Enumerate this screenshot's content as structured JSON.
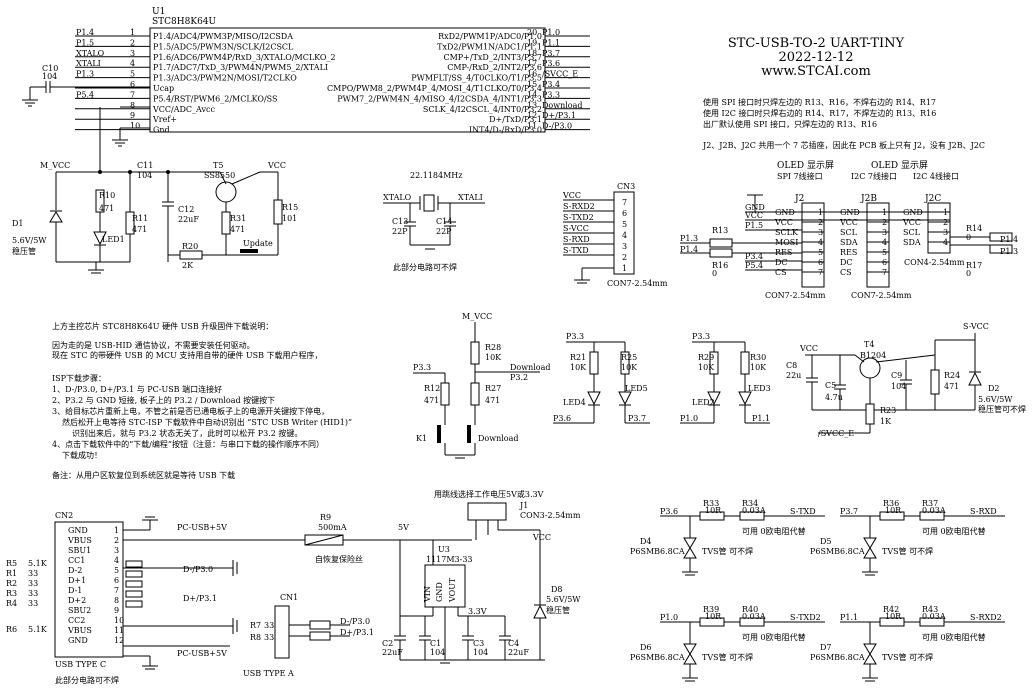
{
  "title": {
    "name": "STC-USB-TO-2 UART-TINY",
    "date": "2022-12-12",
    "url": "www.STCAI.com"
  },
  "mcu": {
    "ref": "U1",
    "part": "STC8H8K64U",
    "left": [
      {
        "net": "P1.4",
        "pin": "P1.4/ADC4/PWM3P/MISO/I2CSDA",
        "num": "1"
      },
      {
        "net": "P1.5",
        "pin": "P1.5/ADC5/PWM3N/SCLK/I2CSCL",
        "num": "2"
      },
      {
        "net": "XTALO",
        "pin": "P1.6/ADC6/PWM4P/RxD_3/XTALO/MCLKO_2",
        "num": "3"
      },
      {
        "net": "XTALI",
        "pin": "P1.7/ADC7/TxD_3/PWM4N/PWM5_2/XTALI",
        "num": "4"
      },
      {
        "net": "P1.3",
        "pin": "P1.3/ADC3/PWM2N/MOSI/T2CLKO",
        "num": "5"
      },
      {
        "net": "",
        "pin": "Ucap",
        "num": "6"
      },
      {
        "net": "P5.4",
        "pin": "P5.4/RST/PWM6_2/MCLKO/SS",
        "num": "7"
      },
      {
        "net": "",
        "pin": "VCC/ADC_Avcc",
        "num": "8"
      },
      {
        "net": "",
        "pin": "Vref+",
        "num": "9"
      },
      {
        "net": "",
        "pin": "Gnd",
        "num": "10"
      }
    ],
    "right": [
      {
        "num": "20",
        "pin": "RxD2/PWM1P/ADC0/P1.0",
        "net": "P1.0"
      },
      {
        "num": "19",
        "pin": "TxD2/PWM1N/ADC1/P1.1",
        "net": "P1.1"
      },
      {
        "num": "18",
        "pin": "CMP+/TxD_2/INT3/P3.7",
        "net": "P3.7"
      },
      {
        "num": "17",
        "pin": "CMP-/RxD_2/INT2/P3.6",
        "net": "P3.6"
      },
      {
        "num": "16",
        "pin": "PWMFLT/SS_4/T0CLKO/T1/P3.5",
        "net": "/SVCC_E"
      },
      {
        "num": "15",
        "pin": "CMPO/PWM8_2/PWM4P_4/MOSI_4/T1CLKO/T0/P3.4",
        "net": "P3.4"
      },
      {
        "num": "14",
        "pin": "PWM7_2/PWM4N_4/MISO_4/I2CSDA_4/INT1/P3.3",
        "net": "P3.3"
      },
      {
        "num": "13",
        "pin": "SCLK_4/I2CSCL_4/INT0/P3.2",
        "net": "Download"
      },
      {
        "num": "12",
        "pin": "D+/TxD/P3.1",
        "net": "D+/P3.1"
      },
      {
        "num": "11",
        "pin": "INT4/D-/RxD/P3.0",
        "net": "D-/P3.0"
      }
    ]
  },
  "notes": {
    "spi": "使用 SPI 接口时只焊左边的 R13、R16，不焊右边的 R14、R17",
    "i2c": "使用 I2C 接口时只焊右边的 R14、R17，不焊左边的 R13、R16",
    "default": "出厂默认使用 SPI 接口，只焊左边的 R13、R16",
    "j2": "J2、J2B、J2C 共用一个 7 芯插座，因此在 PCB 板上只有 J2，没有 J2B、J2C"
  },
  "oled": {
    "spi_title": "OLED 显示屏",
    "spi_sub": "SPI 7线接口",
    "i2c7_title": "OLED 显示屏",
    "i2c7_sub": "I2C 7线接口",
    "i2c4_sub": "I2C 4线接口",
    "j2": "J2",
    "j2b": "J2B",
    "j2c": "J2C",
    "j2_pins": [
      "GND",
      "VCC",
      "SCLK",
      "MOSI",
      "RES",
      "DC",
      "CS"
    ],
    "j2b_pins": [
      "GND",
      "VCC",
      "SCL",
      "SDA",
      "RES",
      "DC",
      "CS"
    ],
    "j2c_pins": [
      "GND",
      "VCC",
      "SCL",
      "SDA"
    ],
    "con7": "CON7-2.54mm",
    "con4": "CON4-2.54mm",
    "r13": "R13",
    "r16": "R16",
    "r14": "R14",
    "r17": "R17",
    "zero": "0",
    "p13": "P1.3",
    "p14": "P1.4",
    "p15": "P1.5",
    "p34": "P3.4",
    "p54": "P5.4"
  },
  "cn3": {
    "ref": "CN3",
    "part": "CON7-2.54mm",
    "nets": [
      "VCC",
      "S-RXD2",
      "S-TXD2",
      "S-VCC",
      "S-RXD",
      "S-TXD"
    ],
    "pins": [
      "7",
      "6",
      "5",
      "4",
      "3",
      "2",
      "1"
    ]
  },
  "crystal": {
    "freq": "22.1184MHz",
    "xtalo": "XTALO",
    "xtali": "XTALI",
    "c13": "C13",
    "c13v": "22P",
    "c14": "C14",
    "c14v": "22P",
    "note": "此部分电路可不焊"
  },
  "power": {
    "c10": "C10",
    "c10v": "104",
    "mvcc": "M_VCC",
    "d1": "D1",
    "d1v": "5.6V/5W",
    "d1n": "稳压管",
    "r10": "R10",
    "r10v": "471",
    "led1": "LED1",
    "c11": "C11",
    "c11v": "104",
    "r11": "R11",
    "r11v": "471",
    "c12": "C12",
    "c12v": "22uF",
    "t5": "T5",
    "t5v": "SS8550",
    "r31": "R31",
    "r31v": "471",
    "vcc": "VCC",
    "r15": "R15",
    "r15v": "101",
    "r20": "R20",
    "r20v": "2K",
    "update": "Update"
  },
  "instructions": {
    "title": "上方主控芯片 STC8H8K64U 硬件 USB 升级固件下载说明：",
    "l1": "因为走的是 USB-HID 通信协议，不需要安装任何驱动。",
    "l2": "现在 STC 的带硬件 USB 的 MCU 支持用自带的硬件 USB 下载用户程序，",
    "isp": "ISP下载步骤：",
    "s1": "1、D-/P3.0, D+/P3.1 与 PC-USB 端口连接好",
    "s2": "2、P3.2 与 GND 短接, 板子上的 P3.2 / Download 按键按下",
    "s3": "3、给目标芯片重新上电，不管之前是否已通电板子上的电源开关键按下停电，",
    "s3b": "然后松开上电等待 STC-ISP 下载软件中自动识别出 “STC USB Writer (HID1)”",
    "s3c": "识别出来后，就与 P3.2 状态无关了，此时可以松开 P3.2 按键。",
    "s4": "4、点击下载软件中的“下载/编程”按钮（注意：与串口下载的操作顺序不同）",
    "s4b": "下载成功！",
    "remark": "备注：从用户区软复位到系统区就是等待 USB 下载"
  },
  "dl": {
    "mvcc": "M_VCC",
    "r28": "R28",
    "r28v": "10K",
    "download": "Download",
    "p32": "P3.2",
    "p33": "P3.3",
    "r12": "R12",
    "r12v": "471",
    "r27": "R27",
    "r27v": "471",
    "k1": "K1",
    "dl2": "Download"
  },
  "leds45": {
    "p33": "P3.3",
    "r21": "R21",
    "r21v": "10K",
    "r25": "R25",
    "r25v": "10K",
    "led4": "LED4",
    "led5": "LED5",
    "p36": "P3.6",
    "p37": "P3.7"
  },
  "leds23": {
    "p33": "P3.3",
    "r29": "R29",
    "r29v": "10K",
    "r30": "R30",
    "r30v": "10K",
    "led2": "LED2",
    "led3": "LED3",
    "p10": "P1.0",
    "p11": "P1.1"
  },
  "svcc": {
    "vcc": "VCC",
    "t4": "T4",
    "t4v": "B1204",
    "c8": "C8",
    "c8v": "22u",
    "c5": "C5",
    "c5v": "4.7u",
    "c9": "C9",
    "c9v": "104",
    "r24": "R24",
    "r24v": "471",
    "r23": "R23",
    "r23v": "1K",
    "svcc": "S-VCC",
    "d2": "D2",
    "d2v": "5.6V/5W",
    "d2n": "稳压管可不焊",
    "svcce": "/SVCC_E"
  },
  "usbc": {
    "ref": "CN2",
    "part": "USB TYPE C",
    "note": "此部分电路可不焊",
    "pins": [
      {
        "name": "GND",
        "num": "1"
      },
      {
        "name": "VBUS",
        "num": "2"
      },
      {
        "name": "SBU1",
        "num": "3"
      },
      {
        "name": "CC1",
        "num": "4"
      },
      {
        "name": "D-2",
        "num": "5"
      },
      {
        "name": "D+1",
        "num": "6"
      },
      {
        "name": "D-1",
        "num": "7"
      },
      {
        "name": "D+2",
        "num": "8"
      },
      {
        "name": "SBU2",
        "num": "9"
      },
      {
        "name": "CC2",
        "num": "10"
      },
      {
        "name": "VBUS",
        "num": "11"
      },
      {
        "name": "GND",
        "num": "12"
      }
    ],
    "res": [
      {
        "ref": "R5",
        "val": "5.1K"
      },
      {
        "ref": "R1",
        "val": "33"
      },
      {
        "ref": "R2",
        "val": "33"
      },
      {
        "ref": "R3",
        "val": "33"
      },
      {
        "ref": "R4",
        "val": "33"
      }
    ],
    "r6": "R6",
    "r6v": "5.1K",
    "pcusb": "PC-USB+5V",
    "dm": "D-/P3.0",
    "dp": "D+/P3.1",
    "pcusb2": "PC-USB+5V"
  },
  "usba": {
    "ref": "CN1",
    "part": "USB TYPE A",
    "r7": "R7",
    "r7v": "33",
    "r8": "R8",
    "r8v": "33",
    "dm": "D-/P3.0",
    "dp": "D+/P3.1"
  },
  "reg": {
    "r9": "R9",
    "r9v": "500mA",
    "fuse": "自恢复保险丝",
    "v5": "5V",
    "u3": "U3",
    "u3v": "1117M3-33",
    "vin": "VIN",
    "gnd": "GND",
    "vout": "VOUT",
    "v33": "3.3V",
    "c2": "C2",
    "c2v": "22uF",
    "c1": "C1",
    "c1v": "104",
    "c3": "C3",
    "c3v": "104",
    "c4": "C4",
    "c4v": "22uF",
    "jsel": "用跳线选择工作电压5V或3.3V",
    "j1": "J1",
    "j1v": "CON3-2.54mm",
    "vcc": "VCC",
    "d8": "D8",
    "d8v": "5.6V/5W",
    "d8n": "稳压管"
  },
  "tvs": [
    {
      "port": "P3.6",
      "r1": "R33",
      "r1v": "10R",
      "r2": "R34",
      "r2v": "0.03A",
      "out": "S-TXD",
      "d": "D4",
      "dv": "P6SMB6.8CA",
      "note1": "可用 0欧电阻代替",
      "note2": "TVS管 可不焊"
    },
    {
      "port": "P3.7",
      "r1": "R36",
      "r1v": "10R",
      "r2": "R37",
      "r2v": "0.03A",
      "out": "S-RXD",
      "d": "D5",
      "dv": "P6SMB6.8CA",
      "note1": "可用 0欧电阻代替",
      "note2": "TVS管 可不焊"
    },
    {
      "port": "P1.0",
      "r1": "R39",
      "r1v": "10R",
      "r2": "R40",
      "r2v": "0.03A",
      "out": "S-TXD2",
      "d": "D6",
      "dv": "P6SMB6.8CA",
      "note1": "可用 0欧电阻代替",
      "note2": "TVS管 可不焊"
    },
    {
      "port": "P1.1",
      "r1": "R42",
      "r1v": "10R",
      "r2": "R43",
      "r2v": "0.03A",
      "out": "S-RXD2",
      "d": "D7",
      "dv": "P6SMB6.8CA",
      "note1": "可用 0欧电阻代替",
      "note2": "TVS管 可不焊"
    }
  ]
}
